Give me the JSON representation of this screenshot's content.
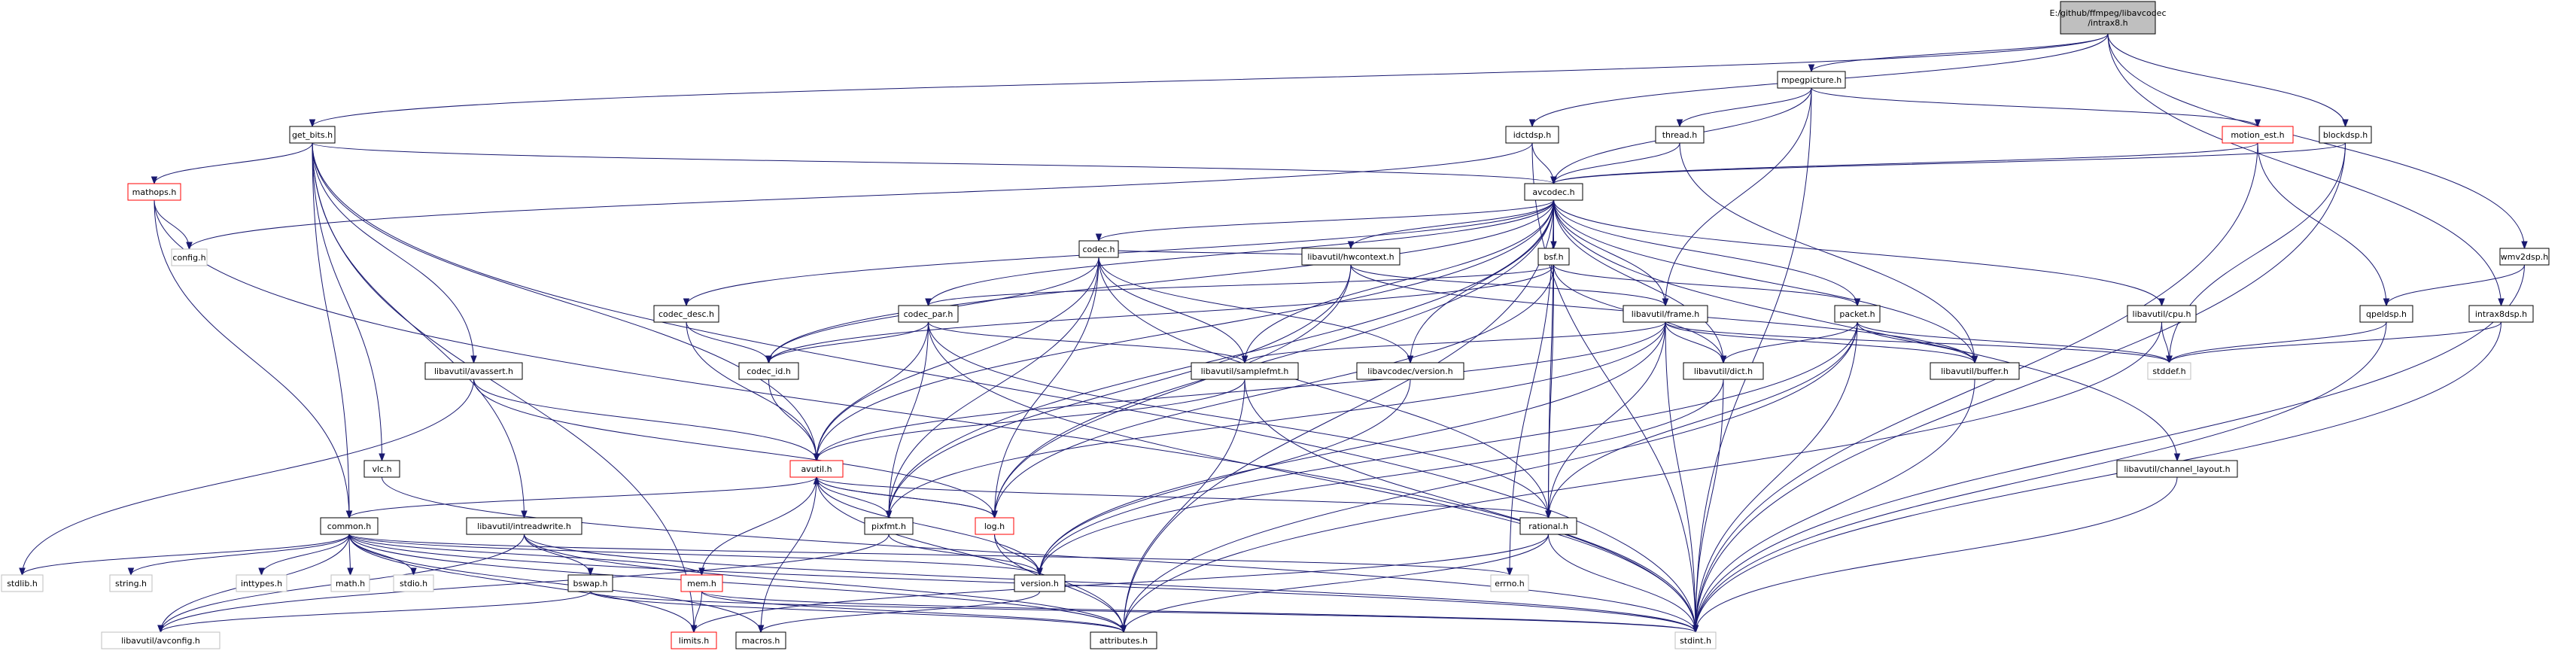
{
  "graph": {
    "title": "E:/github/ffmpeg/libavcodec/intrax8.h",
    "title_lines": [
      "E:/github/ffmpeg/libavcodec",
      "/intrax8.h"
    ],
    "colors": {
      "root_fill": "#bfbfbf",
      "documented_border": "#000000",
      "undocumented_border": "#bfbfbf",
      "incomplete_border": "#ff0000",
      "edge": "#191970"
    },
    "nodes": [
      {
        "id": "root",
        "label": "E:/github/ffmpeg/libavcodec\n/intrax8.h",
        "style": "root"
      },
      {
        "id": "get_bits",
        "label": "get_bits.h",
        "style": "doc"
      },
      {
        "id": "mpegpicture",
        "label": "mpegpicture.h",
        "style": "doc"
      },
      {
        "id": "idctdsp",
        "label": "idctdsp.h",
        "style": "doc"
      },
      {
        "id": "thread",
        "label": "thread.h",
        "style": "doc"
      },
      {
        "id": "motion_est",
        "label": "motion_est.h",
        "style": "incomplete"
      },
      {
        "id": "blockdsp",
        "label": "blockdsp.h",
        "style": "doc"
      },
      {
        "id": "wmv2dsp",
        "label": "wmv2dsp.h",
        "style": "doc"
      },
      {
        "id": "mathops",
        "label": "mathops.h",
        "style": "incomplete"
      },
      {
        "id": "config",
        "label": "config.h",
        "style": "undoc"
      },
      {
        "id": "avcodec",
        "label": "avcodec.h",
        "style": "doc"
      },
      {
        "id": "codec",
        "label": "codec.h",
        "style": "doc"
      },
      {
        "id": "hwcontext",
        "label": "libavutil/hwcontext.h",
        "style": "doc"
      },
      {
        "id": "bsf",
        "label": "bsf.h",
        "style": "doc"
      },
      {
        "id": "cpu",
        "label": "libavutil/cpu.h",
        "style": "doc"
      },
      {
        "id": "codec_desc",
        "label": "codec_desc.h",
        "style": "doc"
      },
      {
        "id": "codec_par",
        "label": "codec_par.h",
        "style": "doc"
      },
      {
        "id": "frame",
        "label": "libavutil/frame.h",
        "style": "doc"
      },
      {
        "id": "packet",
        "label": "packet.h",
        "style": "doc"
      },
      {
        "id": "qpeldsp",
        "label": "qpeldsp.h",
        "style": "doc"
      },
      {
        "id": "intrax8dsp",
        "label": "intrax8dsp.h",
        "style": "doc"
      },
      {
        "id": "avassert",
        "label": "libavutil/avassert.h",
        "style": "doc"
      },
      {
        "id": "codec_id",
        "label": "codec_id.h",
        "style": "doc"
      },
      {
        "id": "samplefmt",
        "label": "libavutil/samplefmt.h",
        "style": "doc"
      },
      {
        "id": "lavc_version",
        "label": "libavcodec/version.h",
        "style": "doc"
      },
      {
        "id": "dict",
        "label": "libavutil/dict.h",
        "style": "doc"
      },
      {
        "id": "buffer",
        "label": "libavutil/buffer.h",
        "style": "doc"
      },
      {
        "id": "stddef",
        "label": "stddef.h",
        "style": "undoc"
      },
      {
        "id": "channel_layout",
        "label": "libavutil/channel_layout.h",
        "style": "doc"
      },
      {
        "id": "vlc",
        "label": "vlc.h",
        "style": "doc"
      },
      {
        "id": "avutil",
        "label": "avutil.h",
        "style": "incomplete"
      },
      {
        "id": "common",
        "label": "common.h",
        "style": "doc"
      },
      {
        "id": "intreadwrite",
        "label": "libavutil/intreadwrite.h",
        "style": "doc"
      },
      {
        "id": "pixfmt",
        "label": "pixfmt.h",
        "style": "doc"
      },
      {
        "id": "log",
        "label": "log.h",
        "style": "incomplete"
      },
      {
        "id": "rational",
        "label": "rational.h",
        "style": "doc"
      },
      {
        "id": "stdlib",
        "label": "stdlib.h",
        "style": "undoc"
      },
      {
        "id": "string",
        "label": "string.h",
        "style": "undoc"
      },
      {
        "id": "inttypes",
        "label": "inttypes.h",
        "style": "undoc"
      },
      {
        "id": "math",
        "label": "math.h",
        "style": "undoc"
      },
      {
        "id": "stdio",
        "label": "stdio.h",
        "style": "undoc"
      },
      {
        "id": "bswap",
        "label": "bswap.h",
        "style": "doc"
      },
      {
        "id": "mem",
        "label": "mem.h",
        "style": "incomplete"
      },
      {
        "id": "version",
        "label": "version.h",
        "style": "doc"
      },
      {
        "id": "errno",
        "label": "errno.h",
        "style": "undoc"
      },
      {
        "id": "avconfig",
        "label": "libavutil/avconfig.h",
        "style": "undoc"
      },
      {
        "id": "limits",
        "label": "limits.h",
        "style": "incomplete"
      },
      {
        "id": "macros",
        "label": "macros.h",
        "style": "doc"
      },
      {
        "id": "attributes",
        "label": "attributes.h",
        "style": "doc"
      },
      {
        "id": "stdint",
        "label": "stdint.h",
        "style": "undoc"
      }
    ],
    "edges": [
      [
        "root",
        "get_bits"
      ],
      [
        "root",
        "mpegpicture"
      ],
      [
        "root",
        "idctdsp"
      ],
      [
        "root",
        "blockdsp"
      ],
      [
        "root",
        "wmv2dsp"
      ],
      [
        "root",
        "intrax8dsp"
      ],
      [
        "get_bits",
        "mathops"
      ],
      [
        "get_bits",
        "common"
      ],
      [
        "get_bits",
        "avcodec"
      ],
      [
        "get_bits",
        "avassert"
      ],
      [
        "get_bits",
        "vlc"
      ],
      [
        "get_bits",
        "intreadwrite"
      ],
      [
        "get_bits",
        "avutil"
      ],
      [
        "get_bits",
        "stdint"
      ],
      [
        "get_bits",
        "limits"
      ],
      [
        "mpegpicture",
        "avcodec"
      ],
      [
        "mpegpicture",
        "thread"
      ],
      [
        "mpegpicture",
        "motion_est"
      ],
      [
        "mpegpicture",
        "frame"
      ],
      [
        "mpegpicture",
        "stdint"
      ],
      [
        "idctdsp",
        "avcodec"
      ],
      [
        "idctdsp",
        "config"
      ],
      [
        "idctdsp",
        "stdint"
      ],
      [
        "thread",
        "avcodec"
      ],
      [
        "thread",
        "buffer"
      ],
      [
        "motion_est",
        "avcodec"
      ],
      [
        "motion_est",
        "qpeldsp"
      ],
      [
        "motion_est",
        "stdint"
      ],
      [
        "blockdsp",
        "avcodec"
      ],
      [
        "blockdsp",
        "stdint"
      ],
      [
        "blockdsp",
        "stddef"
      ],
      [
        "wmv2dsp",
        "qpeldsp"
      ],
      [
        "wmv2dsp",
        "stdint"
      ],
      [
        "mathops",
        "config"
      ],
      [
        "mathops",
        "common"
      ],
      [
        "mathops",
        "stdint"
      ],
      [
        "avcodec",
        "codec"
      ],
      [
        "avcodec",
        "hwcontext"
      ],
      [
        "avcodec",
        "bsf"
      ],
      [
        "avcodec",
        "cpu"
      ],
      [
        "avcodec",
        "codec_desc"
      ],
      [
        "avcodec",
        "codec_par"
      ],
      [
        "avcodec",
        "frame"
      ],
      [
        "avcodec",
        "packet"
      ],
      [
        "avcodec",
        "codec_id"
      ],
      [
        "avcodec",
        "samplefmt"
      ],
      [
        "avcodec",
        "lavc_version"
      ],
      [
        "avcodec",
        "dict"
      ],
      [
        "avcodec",
        "buffer"
      ],
      [
        "avcodec",
        "channel_layout"
      ],
      [
        "avcodec",
        "avutil"
      ],
      [
        "avcodec",
        "log"
      ],
      [
        "avcodec",
        "pixfmt"
      ],
      [
        "avcodec",
        "rational"
      ],
      [
        "avcodec",
        "attributes"
      ],
      [
        "avcodec",
        "errno"
      ],
      [
        "codec",
        "hwcontext"
      ],
      [
        "codec",
        "codec_id"
      ],
      [
        "codec",
        "samplefmt"
      ],
      [
        "codec",
        "lavc_version"
      ],
      [
        "codec",
        "avutil"
      ],
      [
        "codec",
        "log"
      ],
      [
        "codec",
        "pixfmt"
      ],
      [
        "codec",
        "rational"
      ],
      [
        "hwcontext",
        "buffer"
      ],
      [
        "hwcontext",
        "frame"
      ],
      [
        "hwcontext",
        "log"
      ],
      [
        "hwcontext",
        "pixfmt"
      ],
      [
        "bsf",
        "codec_id"
      ],
      [
        "bsf",
        "codec_par"
      ],
      [
        "bsf",
        "packet"
      ],
      [
        "bsf",
        "dict"
      ],
      [
        "bsf",
        "log"
      ],
      [
        "bsf",
        "rational"
      ],
      [
        "cpu",
        "stddef"
      ],
      [
        "cpu",
        "attributes"
      ],
      [
        "codec_desc",
        "codec_id"
      ],
      [
        "codec_desc",
        "avutil"
      ],
      [
        "codec_par",
        "codec_id"
      ],
      [
        "codec_par",
        "avutil"
      ],
      [
        "codec_par",
        "pixfmt"
      ],
      [
        "codec_par",
        "rational"
      ],
      [
        "codec_par",
        "samplefmt"
      ],
      [
        "codec_par",
        "stdint"
      ],
      [
        "frame",
        "buffer"
      ],
      [
        "frame",
        "dict"
      ],
      [
        "frame",
        "avutil"
      ],
      [
        "frame",
        "samplefmt"
      ],
      [
        "frame",
        "pixfmt"
      ],
      [
        "frame",
        "rational"
      ],
      [
        "frame",
        "version"
      ],
      [
        "frame",
        "stddef"
      ],
      [
        "frame",
        "stdint"
      ],
      [
        "packet",
        "buffer"
      ],
      [
        "packet",
        "dict"
      ],
      [
        "packet",
        "rational"
      ],
      [
        "packet",
        "version"
      ],
      [
        "packet",
        "attributes"
      ],
      [
        "packet",
        "stddef"
      ],
      [
        "packet",
        "stdint"
      ],
      [
        "qpeldsp",
        "stddef"
      ],
      [
        "qpeldsp",
        "stdint"
      ],
      [
        "intrax8dsp",
        "stddef"
      ],
      [
        "intrax8dsp",
        "stdint"
      ],
      [
        "avassert",
        "avutil"
      ],
      [
        "avassert",
        "log"
      ],
      [
        "avassert",
        "stdlib"
      ],
      [
        "codec_id",
        "avutil"
      ],
      [
        "samplefmt",
        "avutil"
      ],
      [
        "samplefmt",
        "attributes"
      ],
      [
        "samplefmt",
        "stdint"
      ],
      [
        "lavc_version",
        "version"
      ],
      [
        "dict",
        "stdint"
      ],
      [
        "dict",
        "version"
      ],
      [
        "buffer",
        "stdint"
      ],
      [
        "channel_layout",
        "stdint"
      ],
      [
        "vlc",
        "stdint"
      ],
      [
        "avutil",
        "common"
      ],
      [
        "avutil",
        "rational"
      ],
      [
        "avutil",
        "version"
      ],
      [
        "avutil",
        "macros"
      ],
      [
        "avutil",
        "log"
      ],
      [
        "avutil",
        "pixfmt"
      ],
      [
        "avutil",
        "attributes"
      ],
      [
        "common",
        "errno"
      ],
      [
        "common",
        "inttypes"
      ],
      [
        "common",
        "limits"
      ],
      [
        "common",
        "math"
      ],
      [
        "common",
        "stdint"
      ],
      [
        "common",
        "stdio"
      ],
      [
        "common",
        "stdlib"
      ],
      [
        "common",
        "string"
      ],
      [
        "common",
        "attributes"
      ],
      [
        "common",
        "macros"
      ],
      [
        "common",
        "version"
      ],
      [
        "common",
        "avconfig"
      ],
      [
        "common",
        "mem"
      ],
      [
        "intreadwrite",
        "avconfig"
      ],
      [
        "intreadwrite",
        "attributes"
      ],
      [
        "intreadwrite",
        "bswap"
      ],
      [
        "intreadwrite",
        "stdint"
      ],
      [
        "log",
        "avutil"
      ],
      [
        "log",
        "attributes"
      ],
      [
        "log",
        "version"
      ],
      [
        "pixfmt",
        "avconfig"
      ],
      [
        "pixfmt",
        "version"
      ],
      [
        "rational",
        "stdint"
      ],
      [
        "rational",
        "limits"
      ],
      [
        "rational",
        "attributes"
      ],
      [
        "bswap",
        "avconfig"
      ],
      [
        "bswap",
        "attributes"
      ],
      [
        "bswap",
        "stdint"
      ],
      [
        "mem",
        "limits"
      ],
      [
        "mem",
        "stdint"
      ],
      [
        "mem",
        "attributes"
      ],
      [
        "mem",
        "avutil"
      ],
      [
        "version",
        "macros"
      ]
    ]
  }
}
